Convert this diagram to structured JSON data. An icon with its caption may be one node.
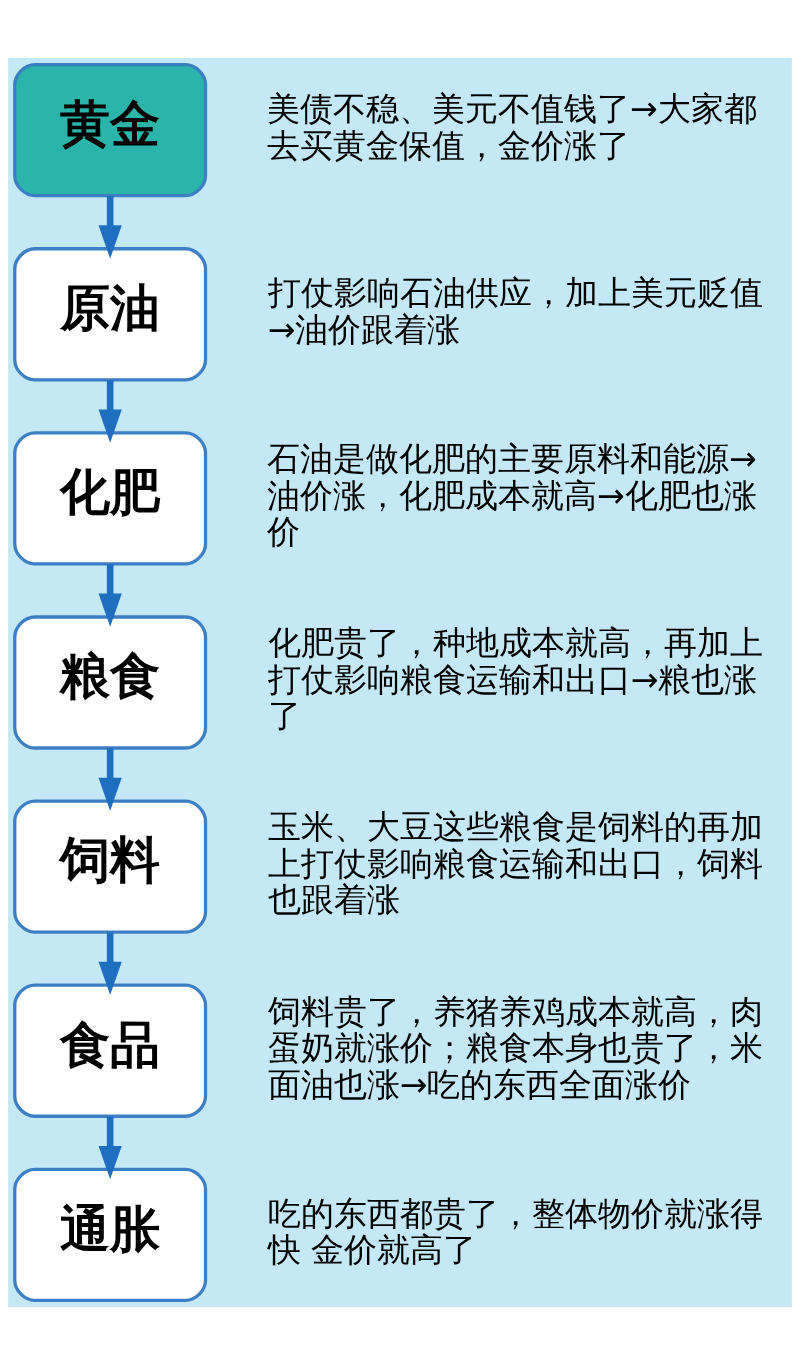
{
  "diagram": {
    "nodes": [
      {
        "text": [
          "黄金"
        ],
        "beside": [
          "美债不稳、美元不值钱了→大家都去买黄金保值，金价涨了"
        ]
      },
      {
        "text": [
          "原油"
        ],
        "beside": [
          "打仗影响石油供应，加上美元贬值→油价跟着涨"
        ]
      },
      {
        "text": [
          "化肥"
        ],
        "beside": [
          "石油是做化肥的主要原料和能源→油价涨，化肥成本就高→化肥也涨价"
        ]
      },
      {
        "text": [
          "粮食"
        ],
        "beside": [
          "化肥贵了，种地成本就高，再加上打仗影响粮食运输和出口→粮也涨了"
        ]
      },
      {
        "text": [
          "饲料"
        ],
        "beside": [
          "玉米、大豆这些粮食是饲料的再加上打仗影响粮食运输和出口，饲料也跟着涨"
        ]
      },
      {
        "text": [
          "食品"
        ],
        "beside": [
          "饲料贵了，养猪养鸡成本就高，肉蛋奶就涨价；粮食本身也贵了，米面油也涨→吃的东西全面涨价"
        ]
      },
      {
        "text": [
          "通胀"
        ],
        "beside": [
          "吃的东西都贵了，整体物价就涨得快 金价就高了"
        ]
      }
    ],
    "edges": [
      {
        "from": 0,
        "to": 1,
        "arrow": "to"
      },
      {
        "from": 1,
        "to": 2,
        "arrow": "to"
      },
      {
        "from": 2,
        "to": 3,
        "arrow": "to"
      },
      {
        "from": 3,
        "to": 4,
        "arrow": "to"
      },
      {
        "from": 4,
        "to": 5,
        "arrow": "to"
      },
      {
        "from": 5,
        "to": 6,
        "arrow": "to"
      }
    ]
  }
}
